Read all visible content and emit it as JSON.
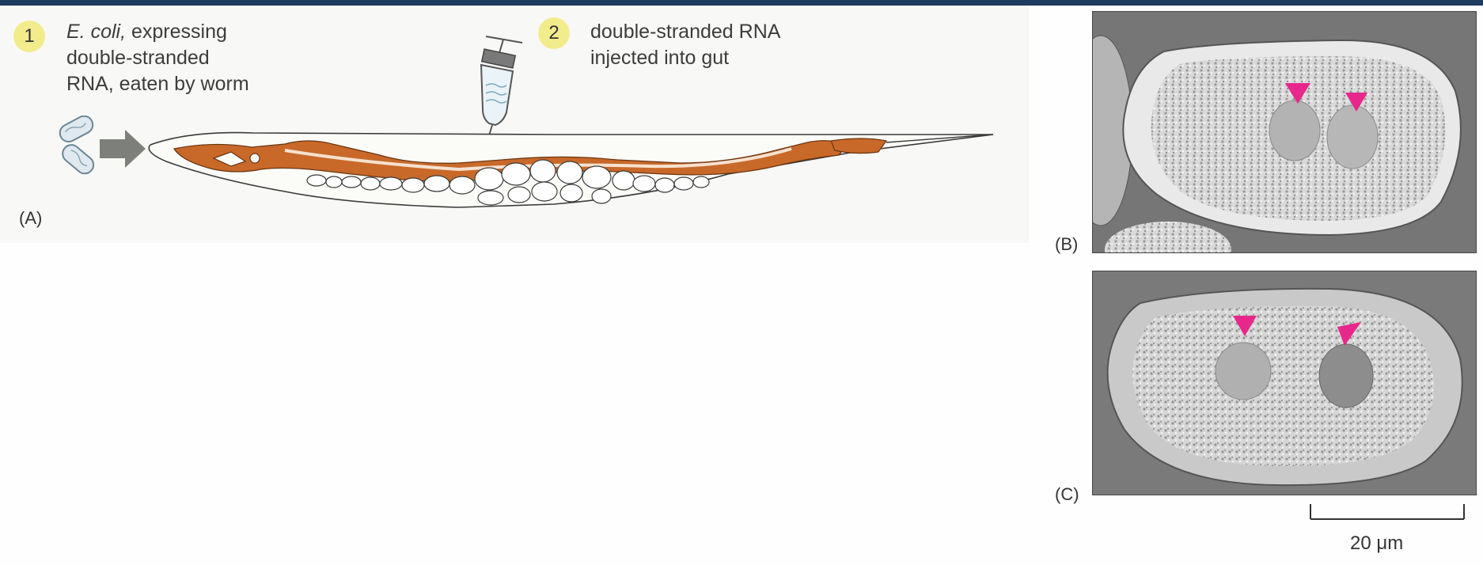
{
  "steps": [
    {
      "number": "1",
      "italic": "E. coli,",
      "text_line1_rest": " expressing",
      "text_line2": "double-stranded",
      "text_line3": "RNA, eaten by worm"
    },
    {
      "number": "2",
      "text_line1": "double-stranded RNA",
      "text_line2": "injected into gut"
    }
  ],
  "panels": {
    "a": "(A)",
    "b": "(B)",
    "c": "(C)"
  },
  "scale_bar": {
    "label": "20 μm"
  },
  "colors": {
    "gut": "#c8692a",
    "badge": "#f3ec8c",
    "arrowhead": "#e8278c",
    "header": "#1d3a5f"
  },
  "icons": [
    "syringe-icon",
    "bacteria-icon",
    "arrow-right-icon",
    "worm-illustration",
    "arrowhead-marker-icon"
  ]
}
